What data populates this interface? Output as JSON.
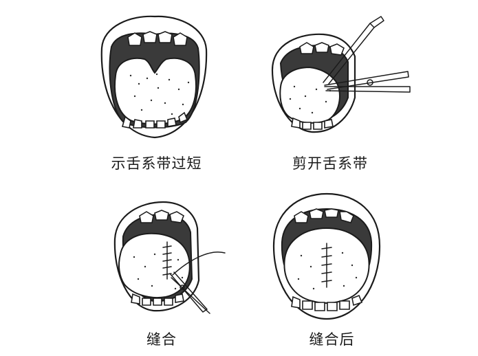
{
  "panels": [
    {
      "caption": "示舌系带过短"
    },
    {
      "caption": "剪开舌系带"
    },
    {
      "caption": "缝合"
    },
    {
      "caption": "缝合后"
    }
  ]
}
